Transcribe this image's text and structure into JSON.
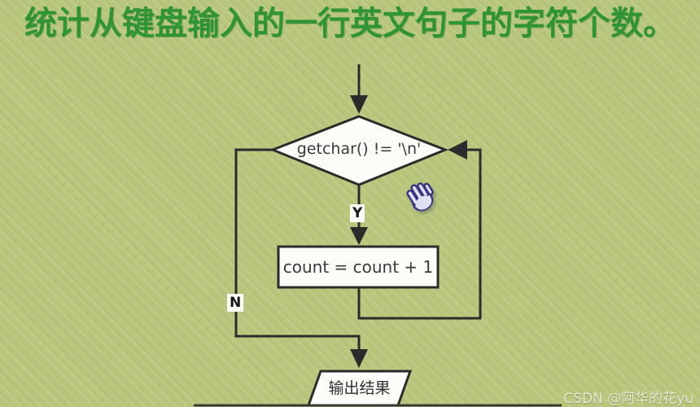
{
  "title": "统计从键盘输入的一行英文句子的字符个数。",
  "flowchart": {
    "decision_label": "getchar() != '\\n'",
    "yes_label": "Y",
    "no_label": "N",
    "process_label": "count = count + 1",
    "output_label": "输出结果"
  },
  "watermark": "CSDN @阿华的花yu",
  "icons": {
    "cursor": "hand-pointer-icon"
  },
  "colors": {
    "background": "#b8c67b",
    "title_green": "#2e9434",
    "line_dark": "#2b2b2b",
    "shape_fill": "#fcfcf8",
    "cursor_fill": "#dfe0f4",
    "cursor_outline": "#34357e"
  }
}
